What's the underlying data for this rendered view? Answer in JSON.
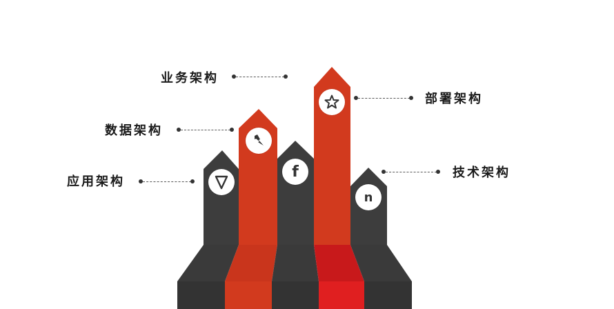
{
  "colors": {
    "red": "#d23a1e",
    "red_face": "#c42d16",
    "bright_red": "#e01f20",
    "dark": "#3d3d3d",
    "dark_base": "#353535",
    "text": "#1a1a1a"
  },
  "labels": {
    "application": "应用架构",
    "data": "数据架构",
    "business": "业务架构",
    "deployment": "部署架构",
    "technology": "技术架构"
  },
  "icons": {
    "application": "triangle-down-icon",
    "data": "lightning-icon",
    "middle": "facebook-icon",
    "deployment": "star-icon",
    "technology": "letter-n-icon"
  },
  "badge_text": {
    "middle": "f",
    "technology": "n"
  }
}
